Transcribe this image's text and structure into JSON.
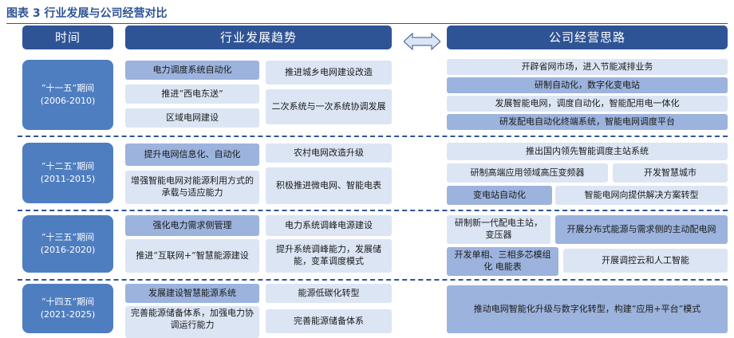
{
  "figure": {
    "title": "图表 3 行业发展与公司经营对比"
  },
  "headers": {
    "time": "时间",
    "industry": "行业发展趋势",
    "company": "公司经营思路"
  },
  "periods": [
    {
      "name": "“十一五”期间",
      "years": "(2006-2010)"
    },
    {
      "name": "“十二五”期间",
      "years": "(2011-2015)"
    },
    {
      "name": "“十三五”期间",
      "years": "(2016-2020)"
    },
    {
      "name": "“十四五”期间",
      "years": "(2021-2025)"
    }
  ],
  "industry": {
    "p1": [
      "电力调度系统自动化",
      "推进“西电东送”",
      "区域电网建设",
      "推进城乡电网建设改造",
      "二次系统与一次系统协调发展"
    ],
    "p2": [
      "提升电网信息化、自动化",
      "增强智能电网对能源利用方式的承载与适应能力",
      "农村电网改造升级",
      "积极推进微电网、智能电表"
    ],
    "p3": [
      "强化电力需求侧管理",
      "推进“互联网+”智慧能源建设",
      "电力系统调峰电源建设",
      "提升系统调峰能力，发展储能，变革调度模式"
    ],
    "p4": [
      "发展建设智慧能源系统",
      "完善能源储备体系，加强电力协调运行能力",
      "能源低碳化转型",
      "完善能源储备体系"
    ]
  },
  "company": {
    "p1": [
      "开辟省网市场，进入节能减排业务",
      "研制自动化，数字化变电站",
      "发展智能电网，调度自动化，智能配用电一体化",
      "研发配电自动化终端系统，智能电网调度平台"
    ],
    "p2": [
      "推出国内领先智能调度主站系统",
      "研制高端应用领域高压变频器",
      "开发智慧城市",
      "变电站自动化",
      "智能电网向提供解决方案转型"
    ],
    "p3": [
      "研制新一代配电主站，变压器",
      "开展分布式能源与需求侧的主动配电网",
      "开发单相、三相多芯模组化 电能表",
      "开展调控云和人工智能"
    ],
    "p4": [
      "推动电网智能化升级与数字化转型，构建“应用+平台”模式"
    ]
  },
  "colors": {
    "dark": "#2f5496",
    "mid": "#9cb3dd",
    "light": "#dce5f4",
    "period": "#4f7ec0"
  }
}
